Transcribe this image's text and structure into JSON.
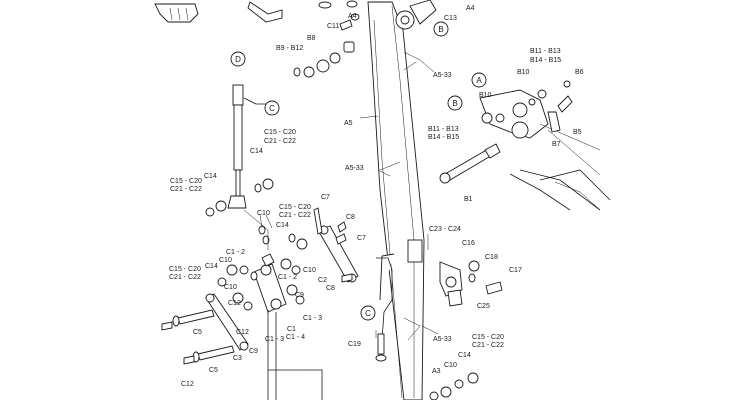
{
  "callouts": {
    "D": "D",
    "C_top": "C",
    "B_top": "B",
    "A": "A",
    "B_right": "B",
    "C_bottom": "C"
  },
  "labels": {
    "A4_a": "A4",
    "A4_b": "A4",
    "C13": "C13",
    "C11": "C11",
    "B8": "B8",
    "B9_B12": "B9 - B12",
    "A5_33_top": "A5-33",
    "B11_B13_top": "B11 - B13",
    "B14_B15_top": "B14 - B15",
    "B10_top": "B10",
    "B6": "B6",
    "B10_mid": "B10",
    "B11_B13_mid": "B11 - B13",
    "B14_B15_mid": "B14 - B15",
    "B5": "B5",
    "B7": "B7",
    "A5": "A5",
    "C15_C20_top": "C15 - C20",
    "C21_C22_top": "C21 - C22",
    "C14_top": "C14",
    "A5_33_mid": "A5-33",
    "C15_C20_left": "C15 - C20",
    "C21_C22_left": "C21 - C22",
    "C14_left": "C14",
    "B1": "B1",
    "C7_a": "C7",
    "C15_C20_mid": "C15 - C20",
    "C21_C22_mid": "C21 - C22",
    "C10_a": "C10",
    "C8_a": "C8",
    "C14_mid": "C14",
    "C23_C24": "C23 - C24",
    "C16": "C16",
    "C7_b": "C7",
    "C1_2_a": "C1 - 2",
    "C10_b": "C10",
    "C15_C20_low": "C15 - C20",
    "C21_C22_low": "C21 - C22",
    "C14_low": "C14",
    "C10_c": "C10",
    "C1_2_b": "C1 - 2",
    "C10_d": "C10",
    "C18": "C18",
    "C17": "C17",
    "C2": "C2",
    "C8_b": "C8",
    "C9_a": "C9",
    "C25": "C25",
    "C12_a": "C12",
    "C1_3_a": "C1 - 3",
    "C5_a": "C5",
    "C12_b": "C12",
    "C1": "C1",
    "C1_4": "C1 - 4",
    "C1_3_b": "C1 - 3",
    "A5_33_low": "A5-33",
    "C19": "C19",
    "C15_C20_br": "C15 - C20",
    "C21_C22_br": "C21 - C22",
    "C9_b": "C9",
    "C3": "C3",
    "C14_br": "C14",
    "C10_br": "C10",
    "A3": "A3",
    "C5_b": "C5",
    "C12_c": "C12"
  }
}
